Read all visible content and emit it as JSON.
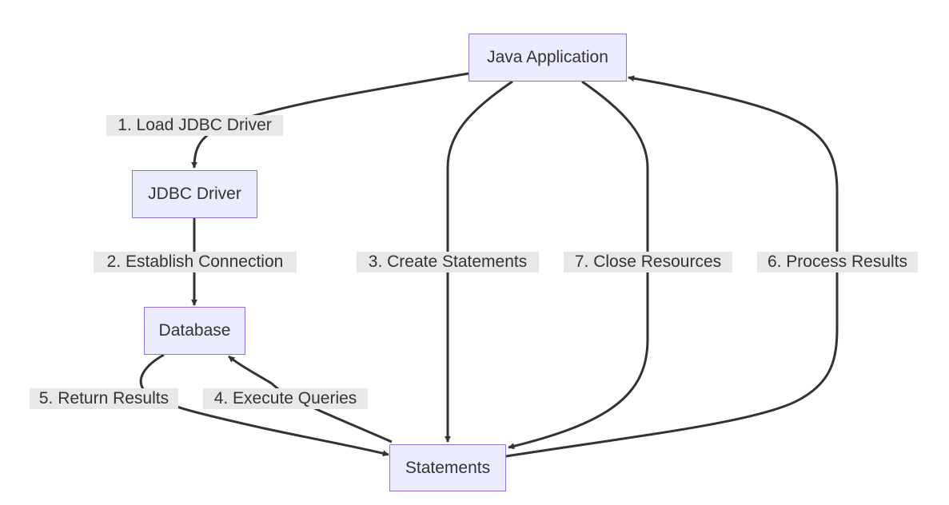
{
  "nodes": {
    "java_app": "Java Application",
    "jdbc_driver": "JDBC Driver",
    "database": "Database",
    "statements": "Statements"
  },
  "edges": {
    "load_driver": "1. Load JDBC Driver",
    "establish_connection": "2. Establish Connection",
    "create_statements": "3. Create Statements",
    "execute_queries": "4. Execute Queries",
    "return_results": "5. Return Results",
    "process_results": "6. Process Results",
    "close_resources": "7. Close Resources"
  },
  "colors": {
    "node_fill": "#ECECFF",
    "node_border": "#9370DB",
    "edge": "#333333",
    "label_bg": "#e8e8e8",
    "text": "#333333"
  }
}
